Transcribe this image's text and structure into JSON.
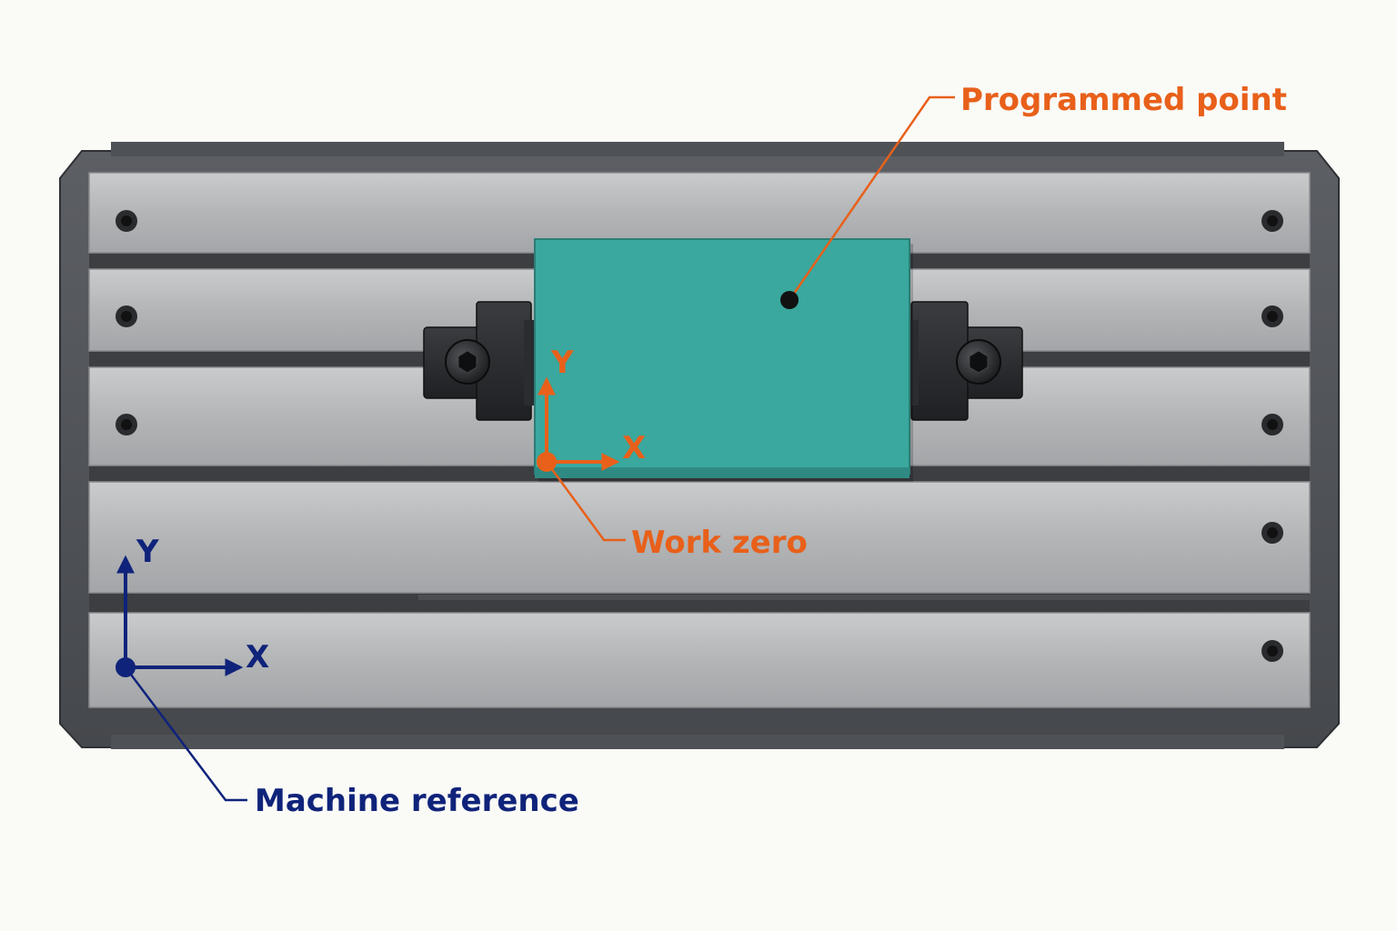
{
  "labels": {
    "programmed_point": "Programmed point",
    "work_zero": "Work zero",
    "machine_reference": "Machine reference"
  },
  "axes": {
    "work": {
      "x": "X",
      "y": "Y"
    },
    "machine": {
      "x": "X",
      "y": "Y"
    }
  },
  "colors": {
    "orange": "#e8601a",
    "navy": "#0f237a",
    "workpiece": "#3aa89e",
    "table_frame": "#55585d",
    "rail": "#b4b6b8",
    "clamp": "#2c2e31",
    "background": "#fafaf7"
  },
  "icons": {
    "bolt": "hex-socket-bolt-icon",
    "hole": "mounting-hole-icon",
    "point": "dot-marker-icon"
  }
}
